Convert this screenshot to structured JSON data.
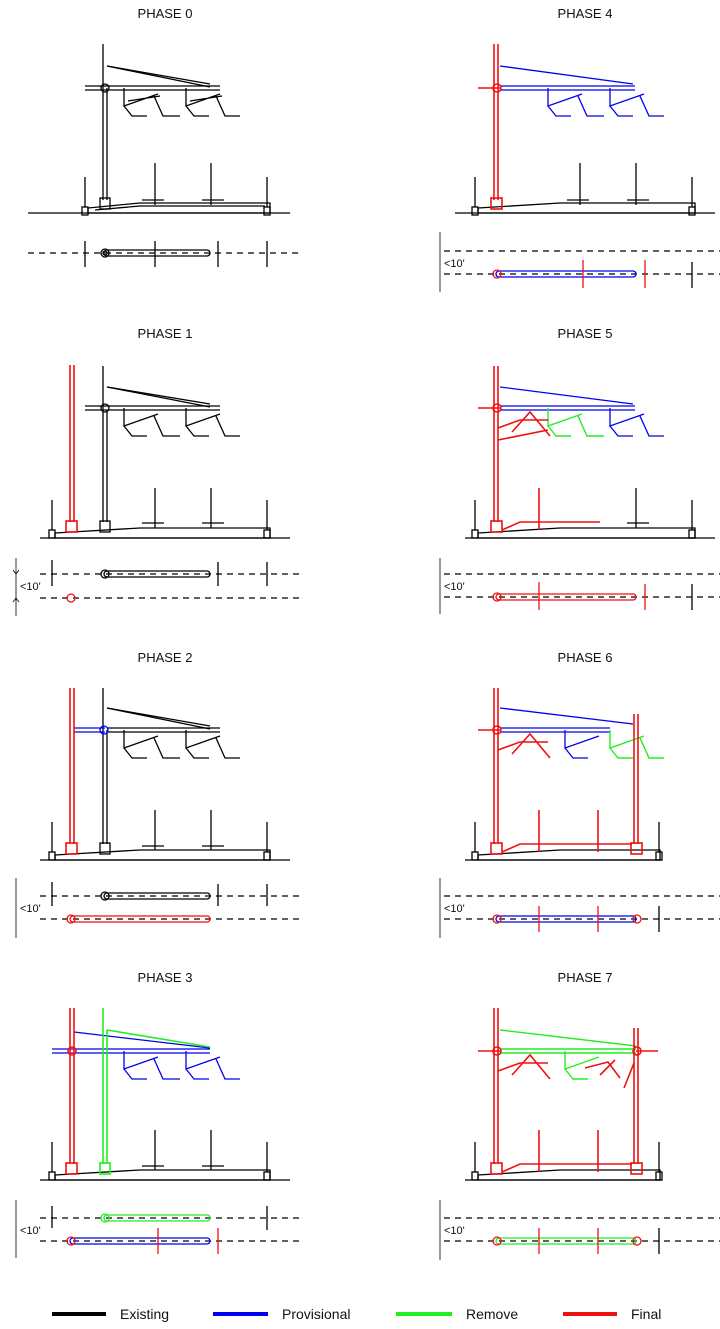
{
  "phases": [
    {
      "title": "PHASE 0",
      "dim_label": ""
    },
    {
      "title": "PHASE 1",
      "dim_label": "<10'"
    },
    {
      "title": "PHASE 2",
      "dim_label": "<10'"
    },
    {
      "title": "PHASE 3",
      "dim_label": "<10'"
    },
    {
      "title": "PHASE 4",
      "dim_label": "<10'"
    },
    {
      "title": "PHASE 5",
      "dim_label": "<10'"
    },
    {
      "title": "PHASE 6",
      "dim_label": "<10'"
    },
    {
      "title": "PHASE 7",
      "dim_label": "<10'"
    }
  ],
  "legend": [
    {
      "label": "Existing",
      "color": "#000000"
    },
    {
      "label": "Provisional",
      "color": "#0000ee"
    },
    {
      "label": "Remove",
      "color": "#22ee22"
    },
    {
      "label": "Final",
      "color": "#ee1111"
    }
  ],
  "colors": {
    "existing": "#000000",
    "provisional": "#0000ee",
    "remove": "#22ee22",
    "final": "#ee1111"
  }
}
